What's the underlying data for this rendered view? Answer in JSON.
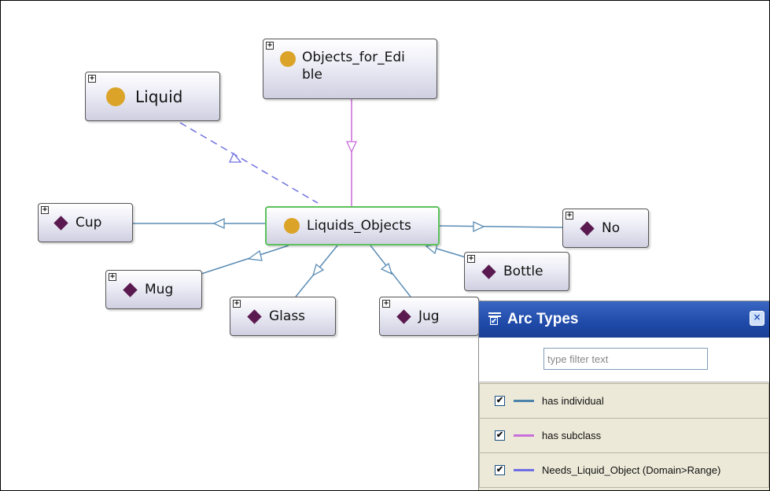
{
  "graph": {
    "nodes": [
      {
        "id": "liquid",
        "label": "Liquid",
        "kind": "class"
      },
      {
        "id": "objects_for_edible",
        "label": "Objects_for_Edi ble",
        "kind": "class"
      },
      {
        "id": "liquids_objects",
        "label": "Liquids_Objects",
        "kind": "class",
        "selected": true
      },
      {
        "id": "cup",
        "label": "Cup",
        "kind": "individual"
      },
      {
        "id": "mug",
        "label": "Mug",
        "kind": "individual"
      },
      {
        "id": "glass",
        "label": "Glass",
        "kind": "individual"
      },
      {
        "id": "jug",
        "label": "Jug",
        "kind": "individual"
      },
      {
        "id": "bottle",
        "label": "Bottle",
        "kind": "individual"
      },
      {
        "id": "no",
        "label": "No",
        "kind": "individual"
      }
    ],
    "expand_glyph": "+",
    "colors": {
      "class_icon": "#dba429",
      "individual_icon": "#5a1a50",
      "has_individual": "#5b8db5",
      "has_subclass": "#c76ad6",
      "needs_liquid_object": "#7171e0",
      "selected_border": "#5cc15c"
    }
  },
  "arc_panel": {
    "title": "Arc Types",
    "close_glyph": "×",
    "filter_placeholder": "type filter text",
    "rows": [
      {
        "label": "has individual",
        "checked": true,
        "color": "#4d83ab"
      },
      {
        "label": "has subclass",
        "checked": true,
        "color": "#c86fd9"
      },
      {
        "label": "Needs_Liquid_Object (Domain>Range)",
        "checked": true,
        "color": "#6f6fe6"
      }
    ],
    "check_glyph": "✔"
  }
}
